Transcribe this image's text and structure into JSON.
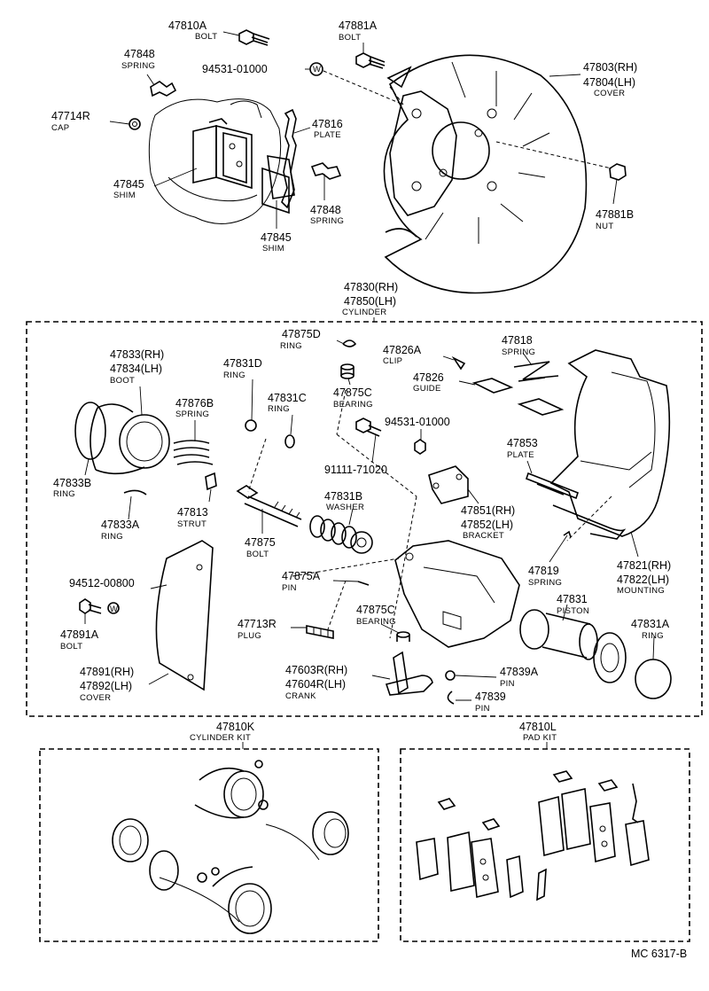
{
  "labels": {
    "p47810A": {
      "num": "47810A",
      "name": "BOLT"
    },
    "p47881A": {
      "num": "47881A",
      "name": "BOLT"
    },
    "p47848a": {
      "num": "47848",
      "name": "SPRING"
    },
    "p94531a": {
      "num": "94531-01000"
    },
    "p47803": {
      "num": "47803(RH)",
      "num2": "47804(LH)",
      "name": "COVER"
    },
    "p47714R": {
      "num": "47714R",
      "name": "CAP"
    },
    "p47816": {
      "num": "47816",
      "name": "PLATE"
    },
    "p47845a": {
      "num": "47845",
      "name": "SHIM"
    },
    "p47848b": {
      "num": "47848",
      "name": "SPRING"
    },
    "p47845b": {
      "num": "47845",
      "name": "SHIM"
    },
    "p47881B": {
      "num": "47881B",
      "name": "NUT"
    },
    "p47830": {
      "num": "47830(RH)",
      "num2": "47850(LH)",
      "name": "CYLINDER"
    },
    "p47875D": {
      "num": "47875D",
      "name": "RING"
    },
    "p47826A": {
      "num": "47826A",
      "name": "CLIP"
    },
    "p47818": {
      "num": "47818",
      "name": "SPRING"
    },
    "p47833": {
      "num": "47833(RH)",
      "num2": "47834(LH)",
      "name": "BOOT"
    },
    "p47831D": {
      "num": "47831D",
      "name": "RING"
    },
    "p47875C_a": {
      "num": "47875C",
      "name": "BEARING"
    },
    "p47826": {
      "num": "47826",
      "name": "GUIDE"
    },
    "p47876B": {
      "num": "47876B",
      "name": "SPRING"
    },
    "p47831C": {
      "num": "47831C",
      "name": "RING"
    },
    "p94531b": {
      "num": "94531-01000"
    },
    "p47853": {
      "num": "47853",
      "name": "PLATE"
    },
    "p91111": {
      "num": "91111-71020"
    },
    "p47833B": {
      "num": "47833B",
      "name": "RING"
    },
    "p47831B": {
      "num": "47831B",
      "name": "WASHER"
    },
    "p47851": {
      "num": "47851(RH)",
      "num2": "47852(LH)",
      "name": "BRACKET"
    },
    "p47813": {
      "num": "47813",
      "name": "STRUT"
    },
    "p47833A": {
      "num": "47833A",
      "name": "RING"
    },
    "p47875": {
      "num": "47875",
      "name": "BOLT"
    },
    "p47819": {
      "num": "47819",
      "name": "SPRING"
    },
    "p47821": {
      "num": "47821(RH)",
      "num2": "47822(LH)",
      "name": "MOUNTING"
    },
    "p94512": {
      "num": "94512-00800"
    },
    "p47875A": {
      "num": "47875A",
      "name": "PIN"
    },
    "p47831": {
      "num": "47831",
      "name": "PISTON"
    },
    "p47891A": {
      "num": "47891A",
      "name": "BOLT"
    },
    "p47713R": {
      "num": "47713R",
      "name": "PLUG"
    },
    "p47875C_b": {
      "num": "47875C",
      "name": "BEARING"
    },
    "p47831A": {
      "num": "47831A",
      "name": "RING"
    },
    "p47891": {
      "num": "47891(RH)",
      "num2": "47892(LH)",
      "name": "COVER"
    },
    "p47603R": {
      "num": "47603R(RH)",
      "num2": "47604R(LH)",
      "name": "CRANK"
    },
    "p47839A": {
      "num": "47839A",
      "name": "PIN"
    },
    "p47839": {
      "num": "47839",
      "name": "PIN"
    },
    "p47810K": {
      "num": "47810K",
      "name": "CYLINDER KIT"
    },
    "p47810L": {
      "num": "47810L",
      "name": "PAD KIT"
    }
  },
  "washer_mark": "W",
  "figure_code": "MC 6317-B"
}
